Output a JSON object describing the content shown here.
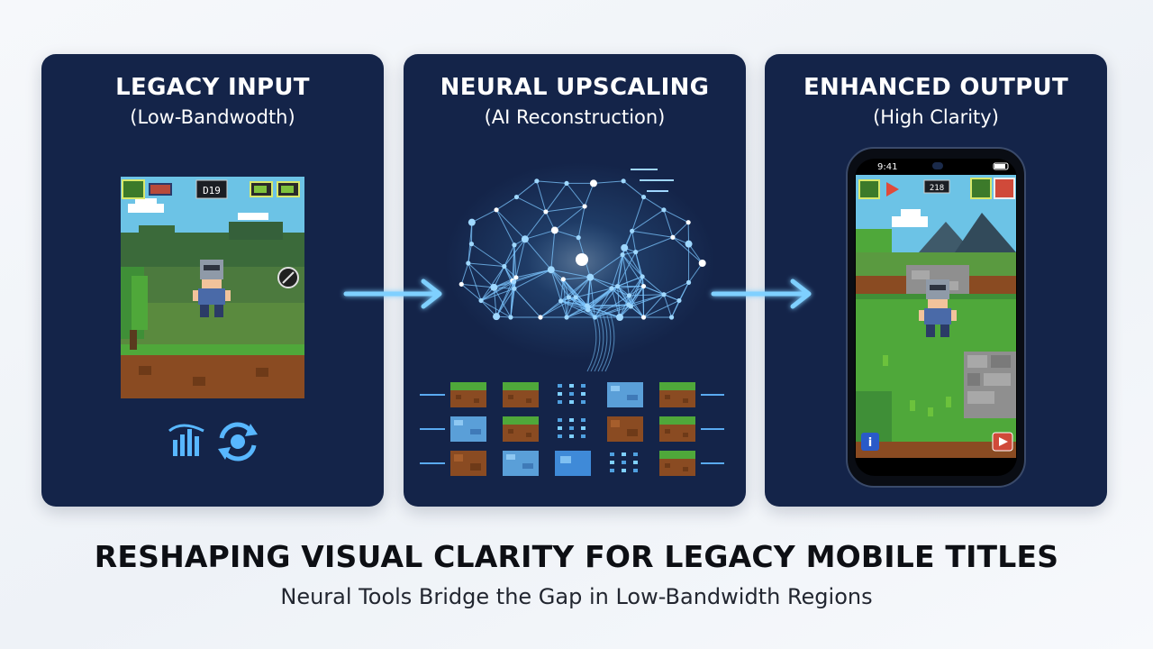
{
  "panels": [
    {
      "title": "LEGACY INPUT",
      "subtitle": "(Low-Bandwodth)"
    },
    {
      "title": "NEURAL UPSCALING",
      "subtitle": "(AI Reconstruction)"
    },
    {
      "title": "ENHANCED OUTPUT",
      "subtitle": "(High Clarity)"
    }
  ],
  "legacy_game": {
    "hud_counter": "D19"
  },
  "phone": {
    "time": "9:41",
    "hud_counter": "218"
  },
  "headline": "RESHAPING VISUAL CLARITY FOR LEGACY MOBILE TITLES",
  "subheadline": "Neural Tools Bridge the Gap in Low-Bandwidth Regions",
  "colors": {
    "panel_bg": "#142449",
    "glow_blue": "#58b7ff",
    "grass": "#4fa83a",
    "dirt": "#8a4b22",
    "sky": "#6cc3e6"
  },
  "icons": [
    "signal-bars-icon",
    "refresh-sync-icon",
    "neural-brain-icon",
    "arrow-right-icon",
    "info-icon",
    "play-icon"
  ]
}
